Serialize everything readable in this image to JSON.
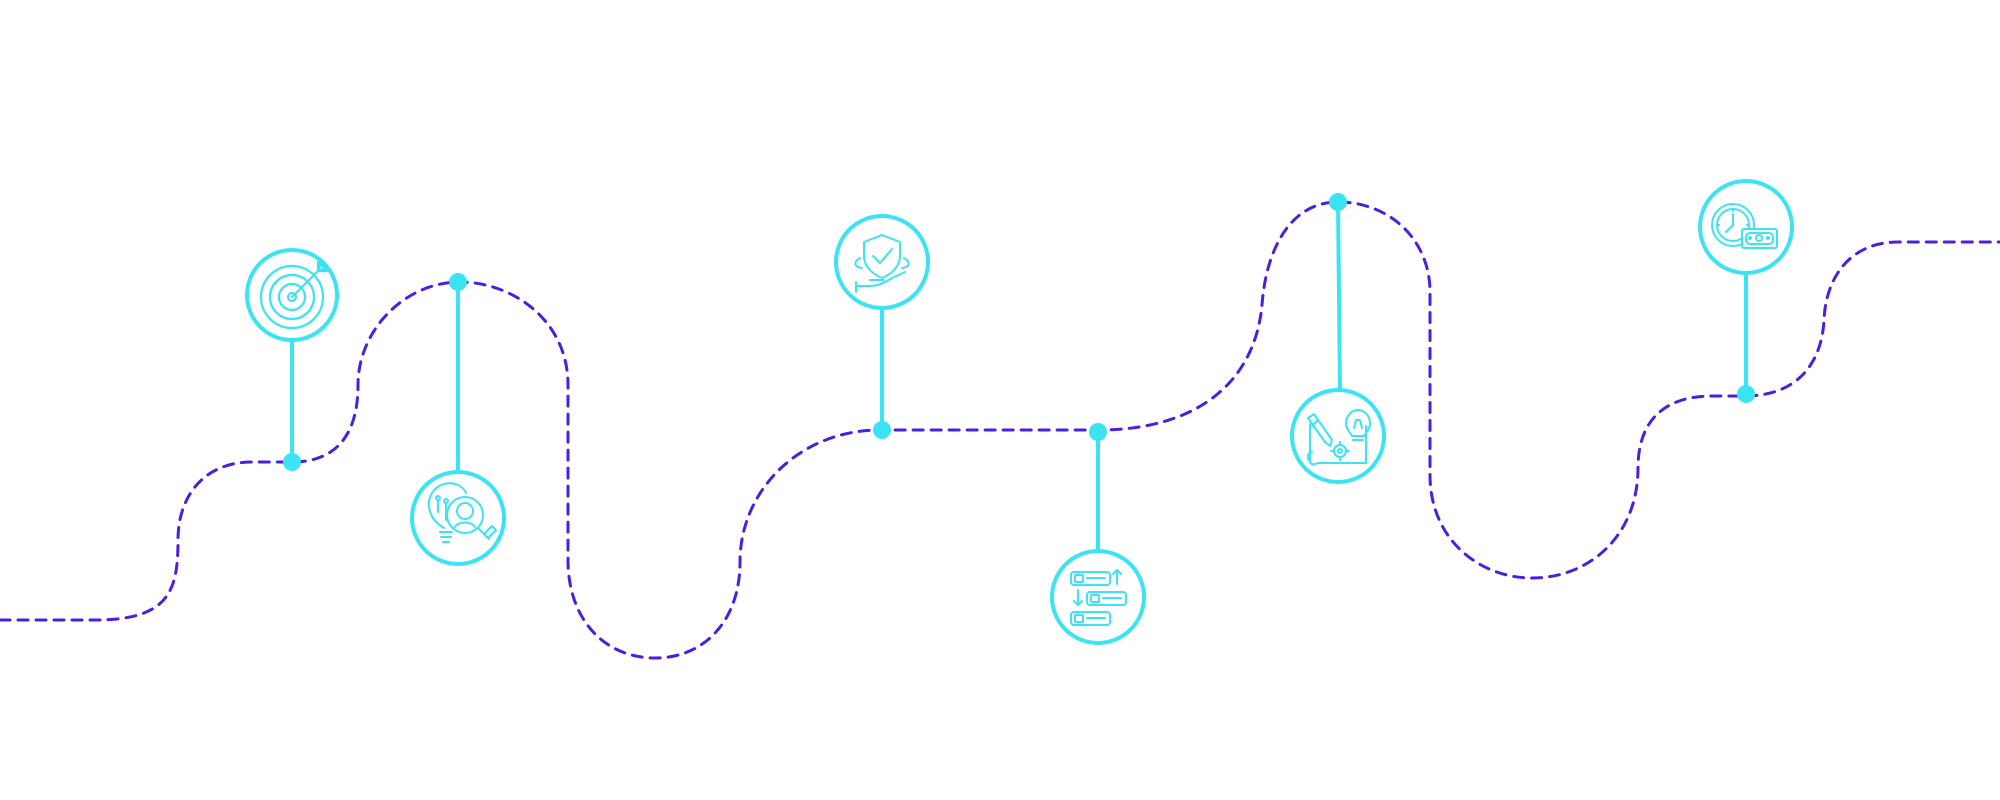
{
  "colors": {
    "path": "#4A1FE0",
    "marker": "#3CE3F2",
    "background": "#FFFFFF"
  },
  "milestones": [
    {
      "icon": "target-icon",
      "direction": "up"
    },
    {
      "icon": "lightbulb-research-icon",
      "direction": "down"
    },
    {
      "icon": "shield-check-hand-icon",
      "direction": "up"
    },
    {
      "icon": "priority-list-icon",
      "direction": "down"
    },
    {
      "icon": "blueprint-idea-icon",
      "direction": "down"
    },
    {
      "icon": "time-money-icon",
      "direction": "up"
    }
  ]
}
